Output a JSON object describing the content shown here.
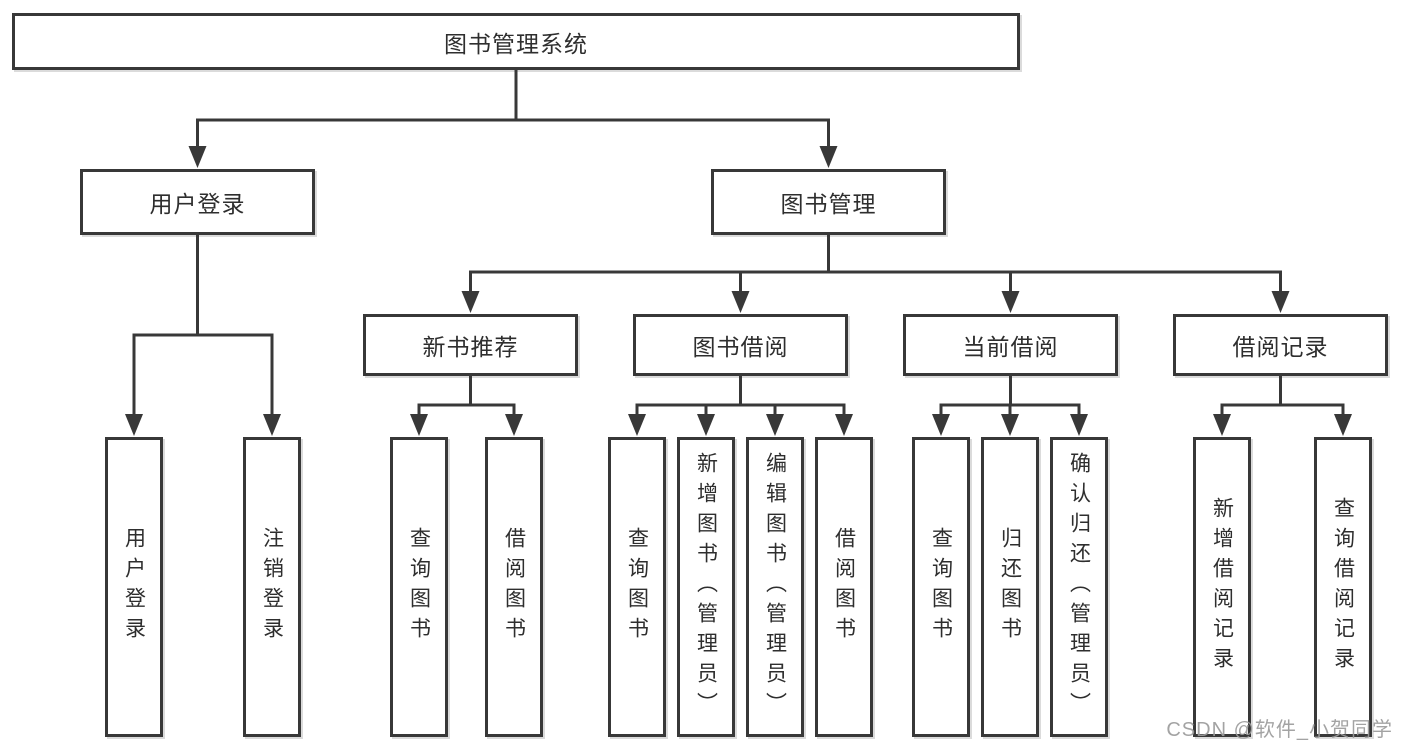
{
  "diagram": {
    "title_note": "functional structure tree",
    "root": {
      "label": "图书管理系统"
    },
    "level2": [
      {
        "id": "user-login",
        "label": "用户登录"
      },
      {
        "id": "book-management",
        "label": "图书管理"
      }
    ],
    "level3": [
      {
        "id": "new-book-recommend",
        "label": "新书推荐"
      },
      {
        "id": "book-borrow",
        "label": "图书借阅"
      },
      {
        "id": "current-borrow",
        "label": "当前借阅"
      },
      {
        "id": "borrow-record",
        "label": "借阅记录"
      }
    ],
    "leaves": {
      "user_login": [
        "用户登录",
        "注销登录"
      ],
      "new_book": [
        "查询图书",
        "借阅图书"
      ],
      "book_borrow": [
        "查询图书",
        "新增图书（管理员）",
        "编辑图书（管理员）",
        "借阅图书"
      ],
      "current_borrow": [
        "查询图书",
        "归还图书",
        "确认归还（管理员）"
      ],
      "borrow_record": [
        "新增借阅记录",
        "查询借阅记录"
      ]
    }
  },
  "watermark": {
    "text": "CSDN @软件_小贺同学",
    "color": "#9c9c9c"
  },
  "colors": {
    "line": "#383838",
    "box_border": "#383838",
    "text": "#2e2e2e",
    "background": "#ffffff"
  }
}
